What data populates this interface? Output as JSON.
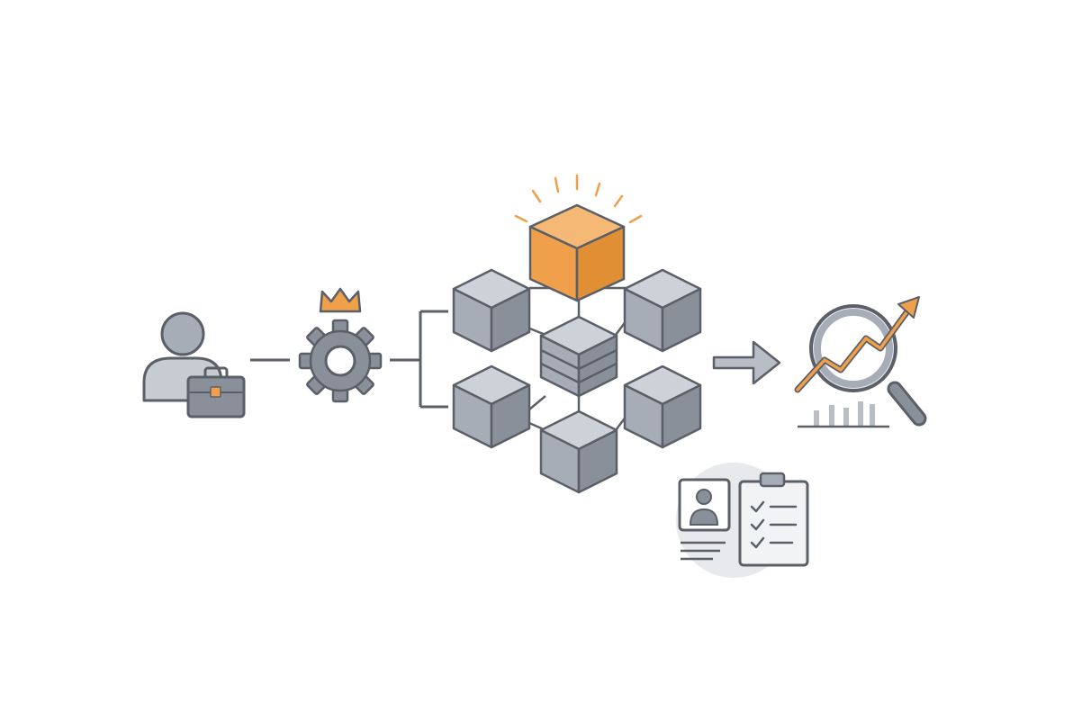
{
  "colors": {
    "background": "#ffffff",
    "stroke": "#5b6068",
    "fill_light": "#cdd1d8",
    "fill_mid": "#a7adb7",
    "fill_dark": "#8a909a",
    "accent": "#f0a04b",
    "accent_dark": "#d98a2e",
    "halo": "#e8e9ec"
  },
  "diagram": {
    "nodes": [
      {
        "id": "user-with-briefcase",
        "icon": "person-briefcase-icon",
        "role": "business user"
      },
      {
        "id": "admin-gear",
        "icon": "crowned-gear-icon",
        "role": "configuration / admin"
      },
      {
        "id": "cube-network",
        "icon": "cube-cluster-icon",
        "role": "data blocks with central database"
      },
      {
        "id": "highlight-cube",
        "icon": "highlighted-cube-icon",
        "role": "selected block"
      },
      {
        "id": "analytics",
        "icon": "magnifier-trend-icon",
        "role": "analysis / growth"
      },
      {
        "id": "profile-checklist",
        "icon": "profile-card-checklist-icon",
        "role": "candidate profile review"
      }
    ],
    "edges": [
      {
        "from": "user-with-briefcase",
        "to": "admin-gear"
      },
      {
        "from": "admin-gear",
        "to": "cube-network"
      },
      {
        "from": "cube-network",
        "to": "analytics"
      }
    ]
  }
}
